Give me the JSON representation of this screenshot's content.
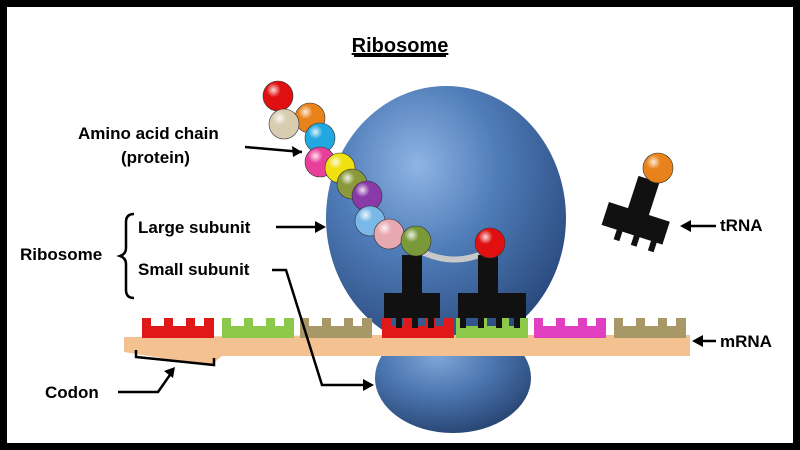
{
  "title": "Ribosome",
  "labels": {
    "amino_acid_chain_line1": "Amino acid chain",
    "amino_acid_chain_line2": "(protein)",
    "ribosome": "Ribosome",
    "large_subunit": "Large subunit",
    "small_subunit": "Small subunit",
    "trna": "tRNA",
    "mrna": "mRNA",
    "codon": "Codon"
  },
  "colors": {
    "ribosome": "#4f7cb8",
    "mrna_strand": "#f4c190",
    "trna": "#111111",
    "chain_link": "#c8c8c8"
  },
  "amino_acids": [
    {
      "name": "red",
      "color": "#e01010"
    },
    {
      "name": "orange",
      "color": "#e8821a"
    },
    {
      "name": "beige",
      "color": "#d8cdb0"
    },
    {
      "name": "cyan",
      "color": "#21a8e0"
    },
    {
      "name": "pink",
      "color": "#e8409a"
    },
    {
      "name": "yellow",
      "color": "#f0e010"
    },
    {
      "name": "olive",
      "color": "#8a9a3a"
    },
    {
      "name": "purple",
      "color": "#8a3aa8"
    },
    {
      "name": "light-blue",
      "color": "#7ab8e8"
    },
    {
      "name": "light-pink",
      "color": "#e8a8b0"
    },
    {
      "name": "green",
      "color": "#7a9a3a"
    }
  ],
  "codons": [
    {
      "name": "red",
      "color": "#e01818"
    },
    {
      "name": "green",
      "color": "#8cc84a"
    },
    {
      "name": "tan",
      "color": "#a89868"
    },
    {
      "name": "red",
      "color": "#e01818"
    },
    {
      "name": "green",
      "color": "#8cc84a"
    },
    {
      "name": "magenta",
      "color": "#e040c0"
    },
    {
      "name": "tan",
      "color": "#a89868"
    }
  ],
  "trna_amino_acids": [
    {
      "name": "red",
      "color": "#e01010"
    },
    {
      "name": "orange",
      "color": "#e8821a"
    }
  ]
}
